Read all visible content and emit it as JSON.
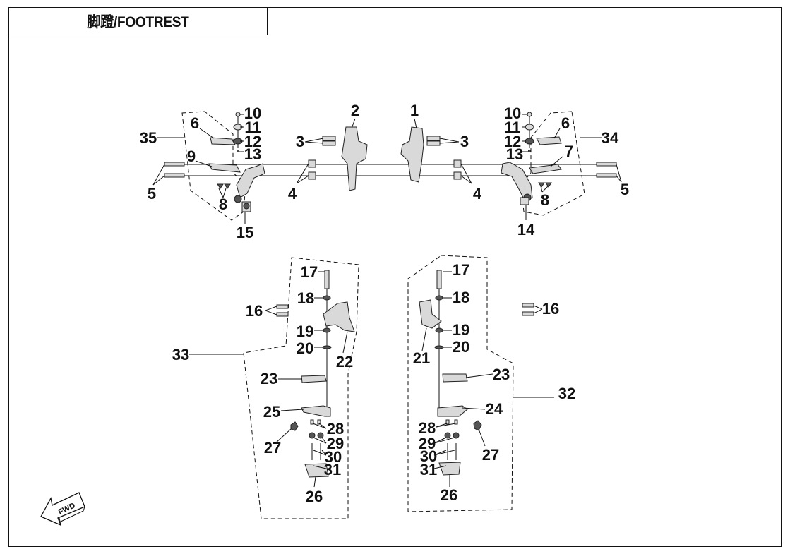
{
  "title": "脚蹬/FOOTREST",
  "fwd_label": "FWD",
  "callouts": [
    "1",
    "2",
    "3",
    "3",
    "4",
    "4",
    "5",
    "5",
    "6",
    "6",
    "7",
    "8",
    "8",
    "9",
    "10",
    "10",
    "11",
    "11",
    "12",
    "12",
    "13",
    "13",
    "14",
    "15",
    "16",
    "16",
    "17",
    "17",
    "18",
    "18",
    "19",
    "19",
    "20",
    "20",
    "21",
    "22",
    "23",
    "23",
    "24",
    "25",
    "26",
    "26",
    "27",
    "27",
    "28",
    "28",
    "29",
    "29",
    "30",
    "30",
    "31",
    "31",
    "32",
    "33",
    "34",
    "35"
  ]
}
